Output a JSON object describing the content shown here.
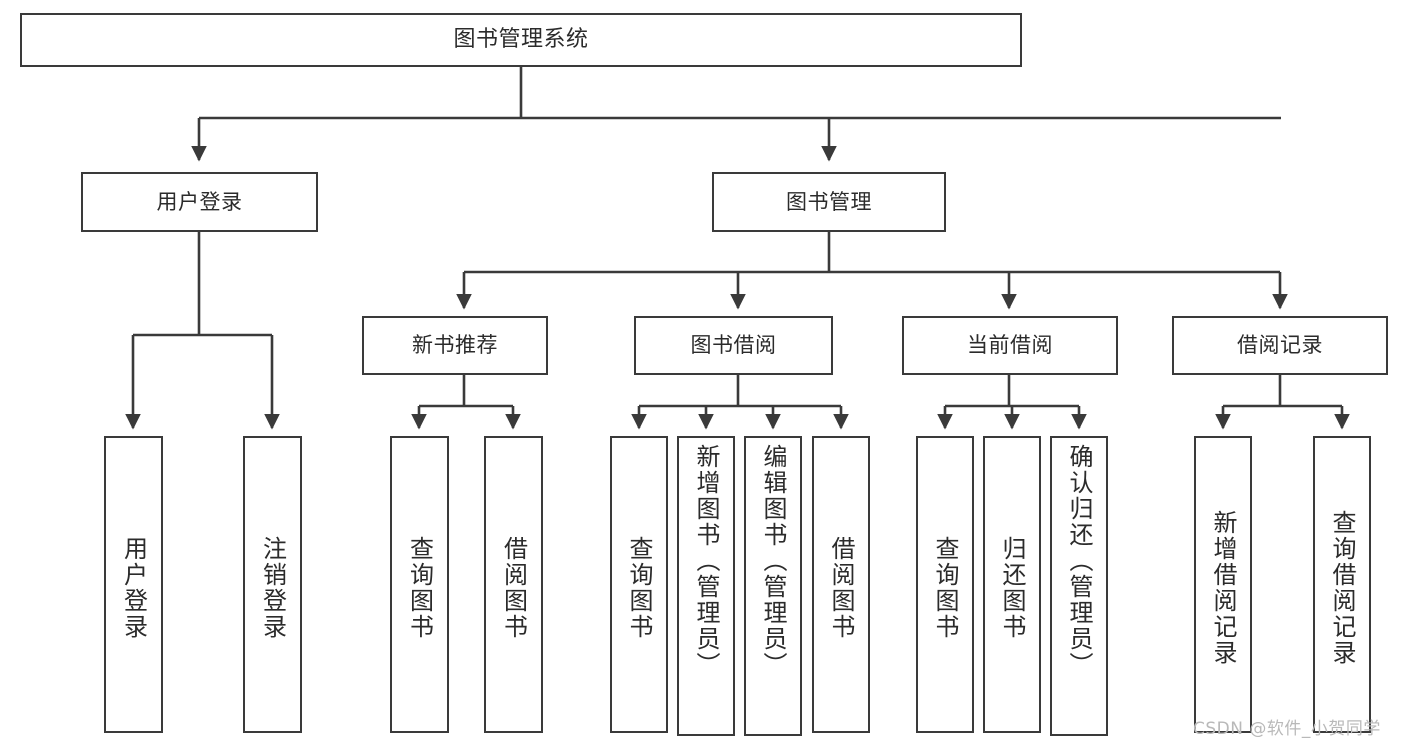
{
  "diagram": {
    "title": "图书管理系统",
    "type": "tree",
    "watermark": "CSDN @软件_小贺同学",
    "colors": {
      "stroke": "#3a3a3a",
      "fill": "#ffffff",
      "text": "#2b2b2b",
      "watermark": "#b9b9b9"
    },
    "nodes": {
      "root": "图书管理系统",
      "level2": [
        "用户登录",
        "图书管理"
      ],
      "level3": [
        "新书推荐",
        "图书借阅",
        "当前借阅",
        "借阅记录"
      ],
      "leaves": {
        "user_login": [
          "用户登录",
          "注销登录"
        ],
        "new_book": [
          "查询图书",
          "借阅图书"
        ],
        "book_borrow": [
          "查询图书",
          "新增图书（管理员）",
          "编辑图书（管理员）",
          "借阅图书"
        ],
        "current_borrow": [
          "查询图书",
          "归还图书",
          "确认归还（管理员）"
        ],
        "borrow_record": [
          "新增借阅记录",
          "查询借阅记录"
        ]
      }
    }
  }
}
